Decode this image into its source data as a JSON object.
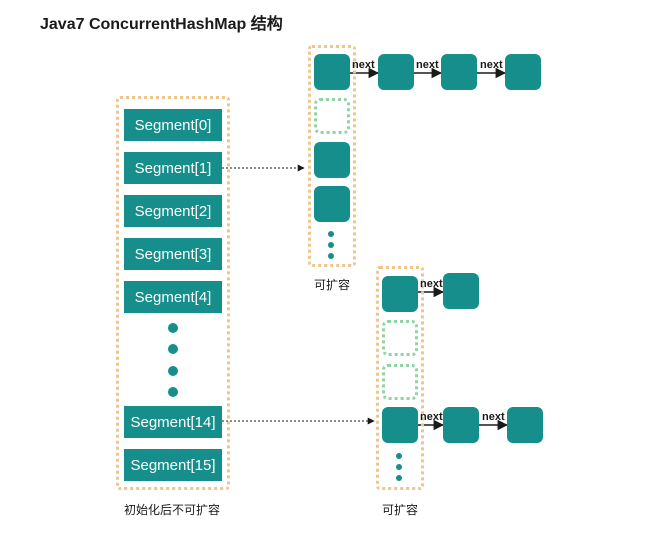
{
  "title": "Java7 ConcurrentHashMap 结构",
  "segments": [
    "Segment[0]",
    "Segment[1]",
    "Segment[2]",
    "Segment[3]",
    "Segment[4]",
    "Segment[14]",
    "Segment[15]"
  ],
  "segment_caption": "初始化后不可扩容",
  "table_caption": "可扩容",
  "next_label": "next",
  "colors": {
    "node": "#168f8c",
    "segment_border": "#f0c58a",
    "empty_slot": "#8fd4a4"
  }
}
